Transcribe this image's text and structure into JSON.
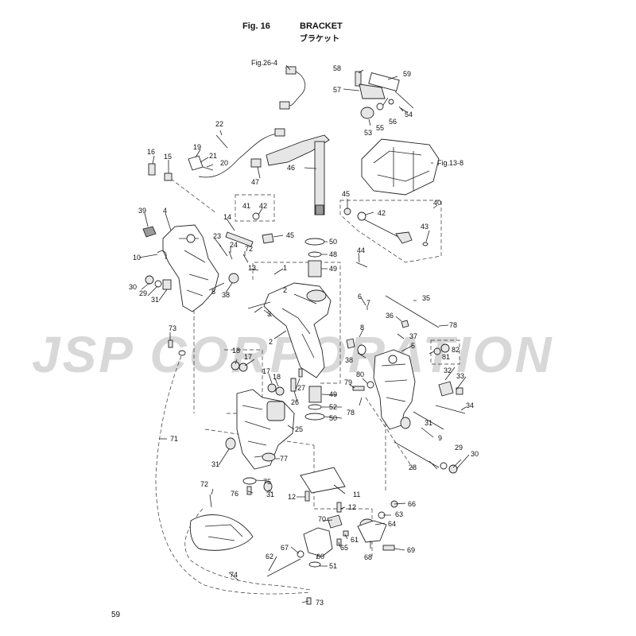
{
  "header": {
    "fig": "Fig. 16",
    "title_en": "BRACKET",
    "title_jp": "ブラケット"
  },
  "page_number": "59",
  "watermark": "JSP CORPORATION",
  "references": {
    "fig26": "Fig.26-4",
    "fig13": "Fig.13-8"
  },
  "callouts": {
    "c1": "1",
    "c2a": "2",
    "c2b": "2",
    "c3": "3",
    "c4": "4",
    "c5": "5",
    "c6": "6",
    "c7": "7",
    "c8a": "8",
    "c8b": "8",
    "c9": "9",
    "c10": "10",
    "c11": "11",
    "c12a": "12",
    "c12b": "12",
    "c13": "13",
    "c14": "14",
    "c15": "15",
    "c16": "16",
    "c17a": "17",
    "c17b": "17",
    "c18a": "18",
    "c18b": "18",
    "c19": "19",
    "c20": "20",
    "c21": "21",
    "c22": "22",
    "c23": "23",
    "c24": "24",
    "c25": "25",
    "c26": "26",
    "c27": "27",
    "c28": "28",
    "c29a": "29",
    "c29b": "29",
    "c30a": "30",
    "c30b": "30",
    "c31a": "31",
    "c31b": "31",
    "c31c": "31",
    "c31d": "31",
    "c32": "32",
    "c33": "33",
    "c34": "34",
    "c35": "35",
    "c36": "36",
    "c37": "37",
    "c38a": "38",
    "c38b": "38",
    "c39": "39",
    "c40": "40",
    "c41": "41",
    "c42a": "42",
    "c42b": "42",
    "c43": "43",
    "c44": "44",
    "c45a": "45",
    "c45b": "45",
    "c46": "46",
    "c47": "47",
    "c48": "48",
    "c49a": "49",
    "c49b": "49",
    "c50a": "50",
    "c50b": "50",
    "c51": "51",
    "c52": "52",
    "c53": "53",
    "c54": "54",
    "c55": "55",
    "c56": "56",
    "c57": "57",
    "c58": "58",
    "c59": "59",
    "c60": "60",
    "c61": "61",
    "c62": "62",
    "c63": "63",
    "c64": "64",
    "c65": "65",
    "c66": "66",
    "c67": "67",
    "c68": "68",
    "c69": "69",
    "c70": "70",
    "c71": "71",
    "c72a": "72",
    "c72b": "72",
    "c73a": "73",
    "c73b": "73",
    "c74": "74",
    "c75": "75",
    "c76": "76",
    "c77": "77",
    "c78a": "78",
    "c78b": "78",
    "c79": "79",
    "c80": "80",
    "c81": "81",
    "c82": "82"
  }
}
